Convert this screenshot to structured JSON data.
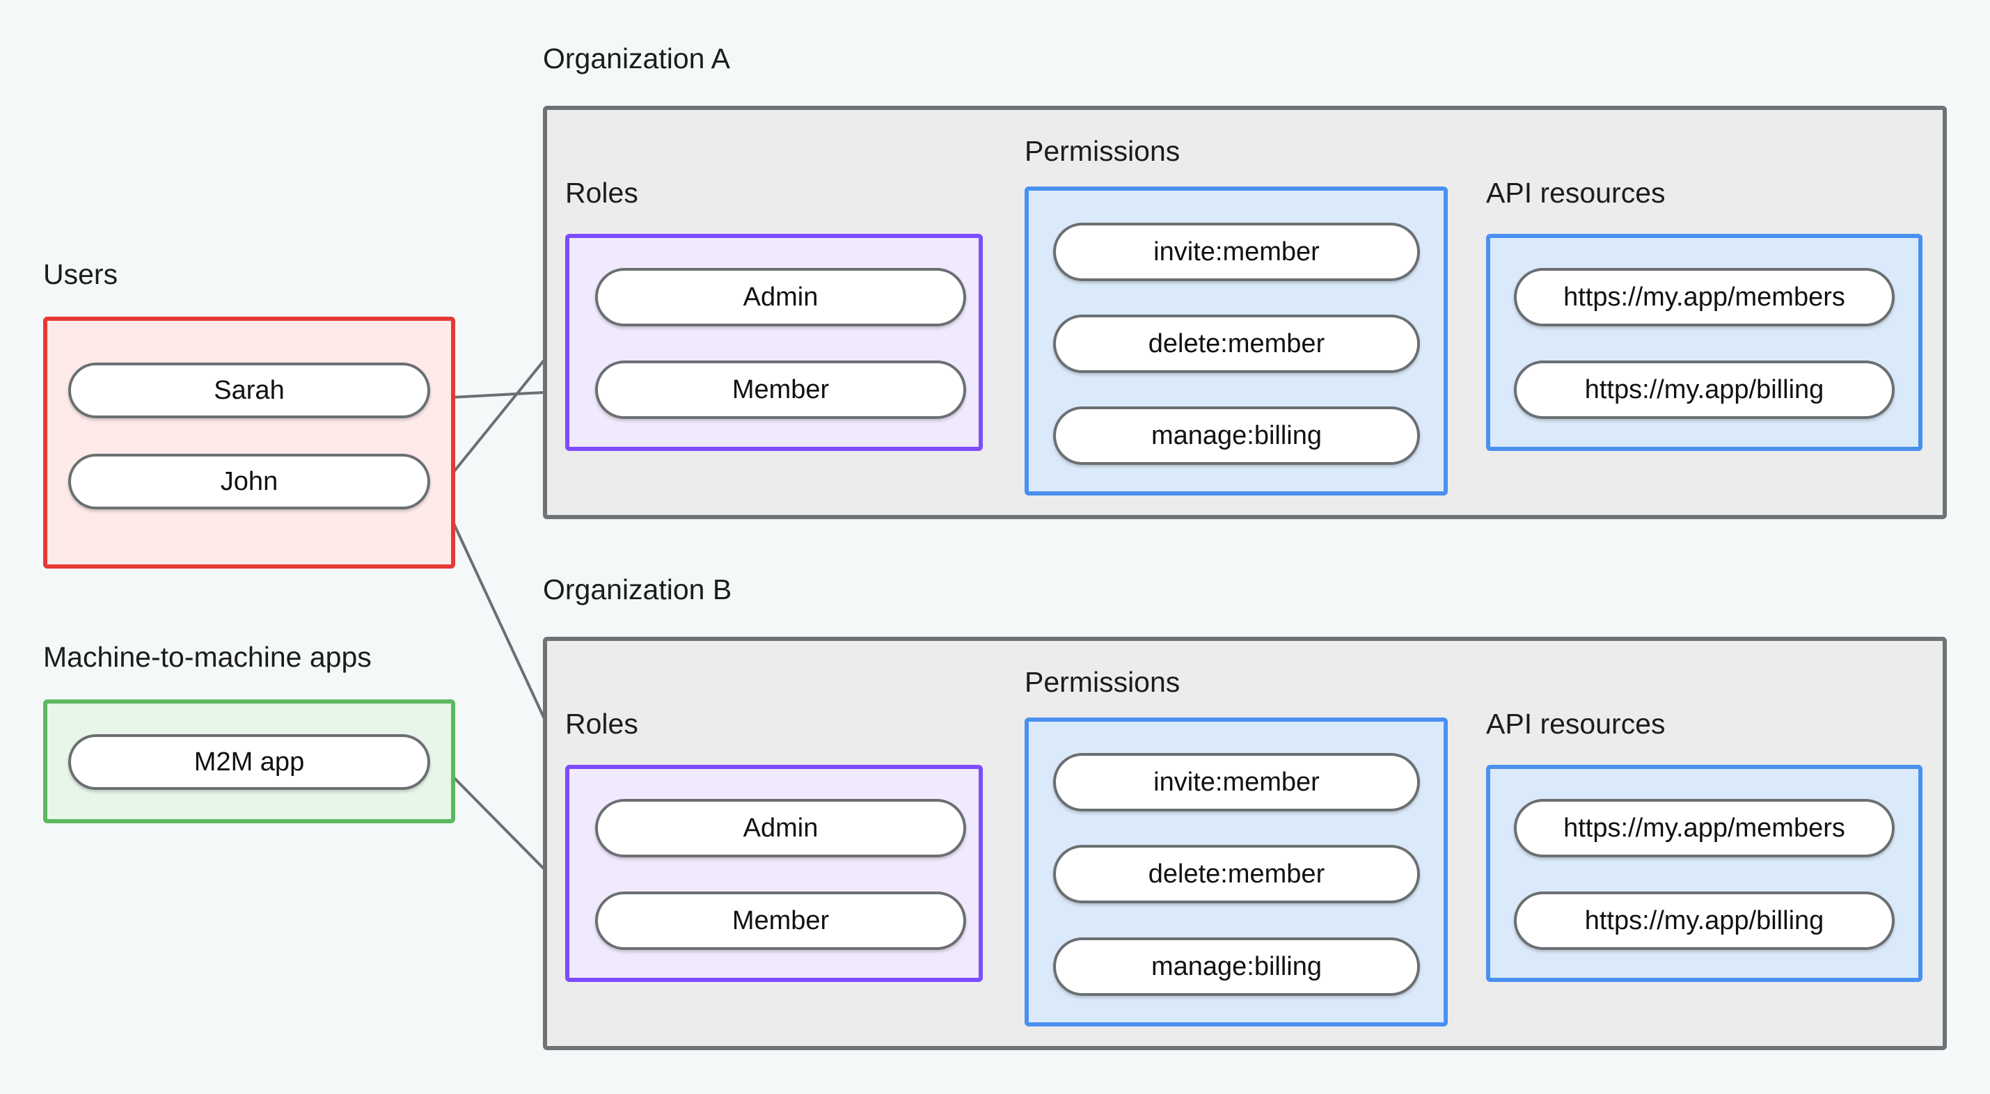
{
  "captions": {
    "users": "Users",
    "m2m": "Machine-to-machine apps",
    "org_a": "Organization A",
    "org_b": "Organization B",
    "roles_a": "Roles",
    "roles_b": "Roles",
    "permissions_a": "Permissions",
    "permissions_b": "Permissions",
    "api_resources_a": "API resources",
    "api_resources_b": "API resources"
  },
  "users": {
    "items": [
      {
        "label": "Sarah"
      },
      {
        "label": "John"
      }
    ]
  },
  "m2m_apps": {
    "items": [
      {
        "label": "M2M app"
      }
    ]
  },
  "org_a": {
    "roles": [
      {
        "label": "Admin"
      },
      {
        "label": "Member"
      }
    ],
    "permissions": [
      {
        "label": "invite:member"
      },
      {
        "label": "delete:member"
      },
      {
        "label": "manage:billing"
      }
    ],
    "api_resources": [
      {
        "label": "https://my.app/members"
      },
      {
        "label": "https://my.app/billing"
      }
    ]
  },
  "org_b": {
    "roles": [
      {
        "label": "Admin"
      },
      {
        "label": "Member"
      }
    ],
    "permissions": [
      {
        "label": "invite:member"
      },
      {
        "label": "delete:member"
      },
      {
        "label": "manage:billing"
      }
    ],
    "api_resources": [
      {
        "label": "https://my.app/members"
      },
      {
        "label": "https://my.app/billing"
      }
    ]
  },
  "colors": {
    "background": "#f5f8f8",
    "users_border": "#e53935",
    "users_fill": "#fdeae9",
    "m2m_border": "#5cb85f",
    "m2m_fill": "#e8f5e9",
    "org_border": "#6e7275",
    "org_fill": "#ececec",
    "roles_border": "#7c4dff",
    "roles_fill": "#f1e9fd",
    "permissions_border": "#4a90f0",
    "permissions_fill": "#dbeafa",
    "api_border": "#4a90f0",
    "api_fill": "#dbeafa",
    "node_border": "#6b6f72",
    "node_fill": "#ffffff",
    "edge": "#6b6f72",
    "text": "#111111"
  },
  "connections": [
    {
      "from": "Sarah",
      "to": "org_a.Member"
    },
    {
      "from": "John",
      "to": "org_a.Admin"
    },
    {
      "from": "John",
      "to": "org_b.Admin"
    },
    {
      "from": "M2M app",
      "to": "org_b.Member"
    },
    {
      "from": "org_a.Admin",
      "to": "org_a.invite:member"
    },
    {
      "from": "org_a.Admin",
      "to": "org_a.delete:member"
    },
    {
      "from": "org_a.Member",
      "to": "org_a.manage:billing"
    },
    {
      "from": "org_a.invite:member",
      "to": "org_a.https://my.app/members"
    },
    {
      "from": "org_a.delete:member",
      "to": "org_a.https://my.app/members"
    },
    {
      "from": "org_a.manage:billing",
      "to": "org_a.https://my.app/billing"
    },
    {
      "from": "org_b.Admin",
      "to": "org_b.invite:member"
    },
    {
      "from": "org_b.Admin",
      "to": "org_b.delete:member"
    },
    {
      "from": "org_b.Member",
      "to": "org_b.manage:billing"
    },
    {
      "from": "org_b.invite:member",
      "to": "org_b.https://my.app/members"
    },
    {
      "from": "org_b.delete:member",
      "to": "org_b.https://my.app/members"
    },
    {
      "from": "org_b.manage:billing",
      "to": "org_b.https://my.app/billing"
    }
  ]
}
